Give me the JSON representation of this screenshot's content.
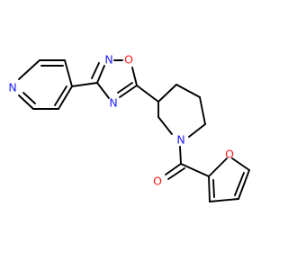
{
  "colors": {
    "bond": "#000000",
    "nitrogen": "#2020ff",
    "oxygen": "#ff1a1a",
    "background": "#ffffff"
  },
  "atoms": {
    "pyridine_n": "N",
    "oxadiazole_n2": "N",
    "oxadiazole_o1": "O",
    "oxadiazole_n4": "N",
    "piperidine_n": "N",
    "carbonyl_o": "O",
    "furan_o": "O"
  }
}
